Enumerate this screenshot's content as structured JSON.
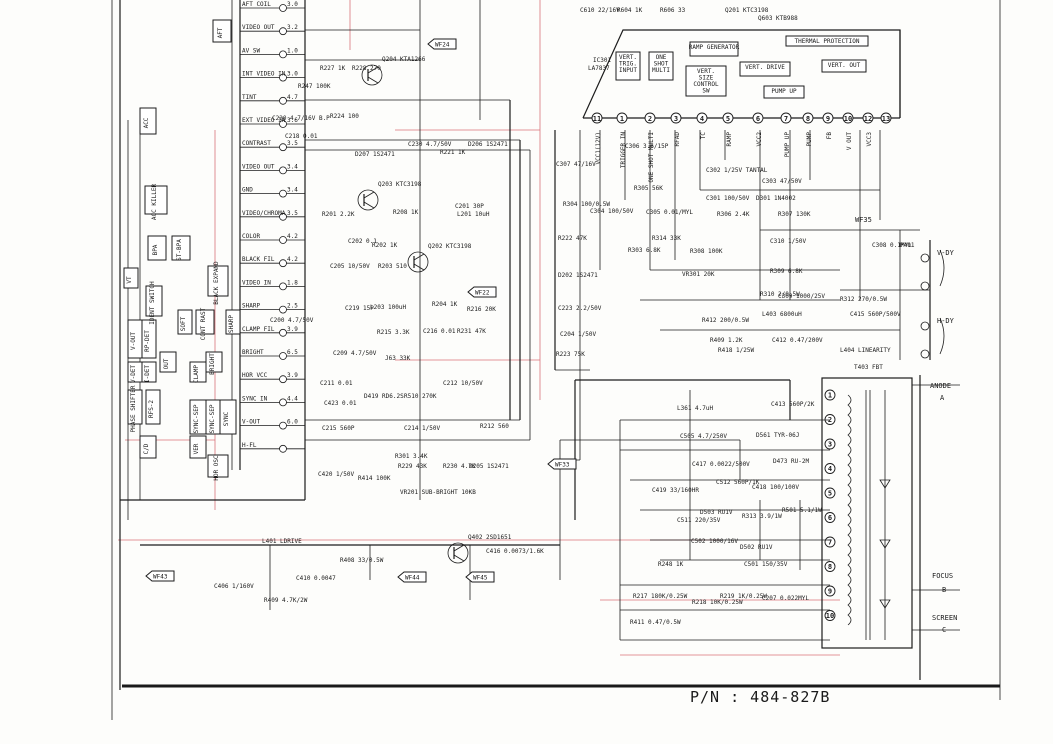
{
  "part_number": "P/N : 484-827B",
  "ic_top": "IC301\nLA7837",
  "ic_blocks": [
    "VERT. TRIG. INPUT",
    "ONE SHOT MULTI",
    "RAMP GENERATOR",
    "VERT. SIZE CONTROL SW",
    "VERT. DRIVE",
    "THERMAL PROTECTION",
    "VERT. OUT",
    "PUMP UP"
  ],
  "ic_pins": [
    "11",
    "1",
    "2",
    "3",
    "4",
    "5",
    "6",
    "7",
    "8",
    "9",
    "10",
    "12",
    "13"
  ],
  "ic_pin_names": [
    "VCC1(12V)",
    "TRIGGER IN",
    "ONE SHOT MULTI",
    "RFAD",
    "TC",
    "RAMP",
    "VCC2",
    "PUMP UP",
    "PUMP",
    "FB",
    "V OUT",
    "VCC3"
  ],
  "left_signals": [
    "AFT COIL",
    "VIDEO OUT",
    "AV SW",
    "INT VIDEO IN",
    "TINT",
    "EXT VIDEO IN",
    "CONTRAST",
    "VIDEO OUT",
    "GND",
    "VIDEO/CHROMA",
    "COLOR",
    "BLACK FIL",
    "VIDEO IN",
    "SHARP",
    "CLAMP FIL",
    "BRIGHT",
    "HOR VCC",
    "SYNC IN",
    "V-OUT",
    "H-FL"
  ],
  "left_voltages": [
    "3.0",
    "3.2",
    "1.0",
    "3.0",
    "4.7",
    "3.6",
    "3.5",
    "3.4",
    "3.4",
    "3.5",
    "4.2",
    "4.2",
    "1.8",
    "2.5",
    "3.9",
    "6.5",
    "3.9",
    "4.4",
    "6.0"
  ],
  "left_blocks": [
    "AFT",
    "ACC",
    "ACC KILLER",
    "BPA",
    "ST-BPA",
    "BLACK EXPAND",
    "SOFT",
    "CONT RAST",
    "SHARP",
    "V-OUT",
    "RP-DET",
    "V-DET",
    "I-DET",
    "OUT",
    "CLAMP",
    "BRIGHT",
    "PHASE SHIFTER",
    "RFS-2",
    "SYNC-SEP",
    "SYNC-SEP",
    "SYNC",
    "C/D",
    "VER",
    "HOR OSC",
    "IDENT SWITCH",
    "VT"
  ],
  "wave_tags": [
    "WF24",
    "WF22",
    "WF33",
    "WF43",
    "WF44",
    "WF45",
    "WF35"
  ],
  "transistors": [
    "Q204 KTA1266",
    "Q203 KTC3198",
    "Q202 KTC3198",
    "Q402 2SD1651"
  ],
  "components_left": [
    "R227 1K",
    "R228 270",
    "R247 100K",
    "R224 100",
    "C220 4.7/16V B.P",
    "C218 0.01",
    "C230 4.7/50V",
    "R221 1K",
    "D206 1S2471",
    "D207 1S2471",
    "R201 2.2K",
    "R208 1K",
    "C201 30P",
    "L201 10uH",
    "C205 10/50V",
    "C202 0.1",
    "R202 1K",
    "R203 510",
    "R204 1K",
    "R216 20K",
    "C200 4.7/50V",
    "C219 15P",
    "L203 100uH",
    "C216 0.01",
    "R215 3.3K",
    "R231 47K",
    "C209 4.7/50V",
    "J63 33K",
    "C211 0.01",
    "C212 10/50V",
    "D419 RD6.2S",
    "C423 0.01",
    "R510 270K",
    "C215 560P",
    "C214 1/50V",
    "R212 560",
    "R301 3.4K",
    "C420 1/50V",
    "R414 100K",
    "R229 43K",
    "R230 4.7K",
    "D205 1S2471",
    "VR201 SUB-BRIGHT 10KB",
    "L401 LDRIVE",
    "C410 0.0047",
    "R408 33/0.5W",
    "C416 0.0073/1.6K",
    "C406 1/160V",
    "R409 4.7K/2W"
  ],
  "components_right": [
    "C307 47/16V",
    "C306 3.6/15P",
    "R304 100/0.5W",
    "C304 100/50V",
    "C305 0.01/MYL",
    "R305 56K",
    "R314 33K",
    "R303 6.8K",
    "C302 1/25V TANTAL",
    "C301 100/50V",
    "D301 1N4002",
    "C303 47/50V",
    "R306 2.4K",
    "R307 130K",
    "R308 100K",
    "C310 1/50V",
    "R309 6.8K",
    "VR301 20K",
    "R310 2/0.5W",
    "C309 1000/25V",
    "R312 270/0.5W",
    "R412 200/0.5W",
    "L403 6800uH",
    "R409 1.2K",
    "C415 560P/500V",
    "C412 0.47/200V",
    "R418 1/25W",
    "L404 LINEARITY",
    "C308 0.1MYL",
    "P401",
    "R222 47K",
    "D202 1S2471",
    "C223 2.2/50V",
    "C204 1/50V",
    "R223 75K",
    "L361 4.7uH",
    "C413 560P/2K",
    "C505 4.7/250V",
    "D561 TYR-06J",
    "C417 0.0022/500V",
    "D473 RU-2M",
    "C418 100/100V",
    "C419 33/160HR",
    "C512 560P/1K",
    "C511 220/35V",
    "D503 RU1V",
    "R313 3.9/1W",
    "R501 5.1/1W",
    "C502 1000/16V",
    "D502 RU1V",
    "R248 1K",
    "C501 150/35V",
    "R217 180K/0.25W",
    "R218 10K/0.25W",
    "R219 1K/0.25W",
    "C207 0.022MYL",
    "R411 0.47/0.5W",
    "T403 FBT",
    "C610 22/16V",
    "R604 1K",
    "R606 33",
    "Q603 KTB988",
    "Q201 KTC3198"
  ],
  "right_labels": {
    "vdy": "V-DY",
    "hdy": "H-DY",
    "anode": "ANODE",
    "anode_letter": "A",
    "focus": "FOCUS",
    "focus_letter": "B",
    "screen": "SCREEN",
    "screen_letter": "C",
    "wf": "WF35"
  },
  "fbt_pins": [
    "1",
    "2",
    "3",
    "4",
    "5",
    "6",
    "7",
    "8",
    "9",
    "10"
  ]
}
